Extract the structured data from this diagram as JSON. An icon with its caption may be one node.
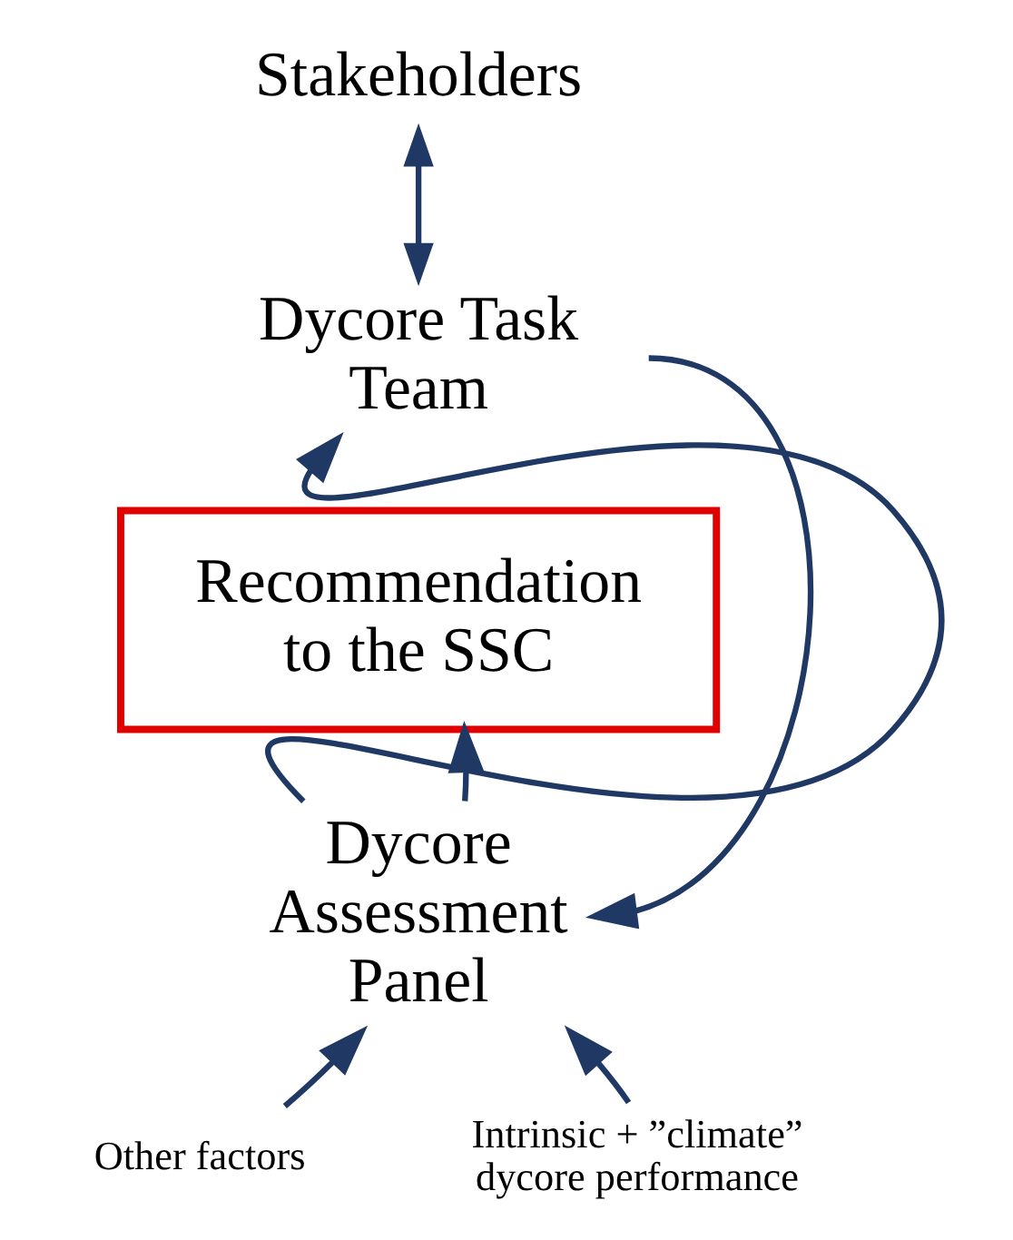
{
  "diagram": {
    "nodes": [
      {
        "text": [
          "Stakeholders"
        ]
      },
      {
        "text": [
          "Dycore Task Team"
        ]
      },
      {
        "text": [
          "Recommendation to the SSC"
        ]
      },
      {
        "text": [
          "Dycore Assessment Panel"
        ]
      },
      {
        "text": [
          "Other factors"
        ]
      },
      {
        "text": [
          "Intrinsic + ”climate” dycore performance"
        ]
      }
    ],
    "edges": [
      {
        "from": 0,
        "to": 1,
        "arrow": "both"
      },
      {
        "from": 1,
        "to": 3,
        "arrow": "to"
      },
      {
        "from": 3,
        "to": 1,
        "arrow": "to"
      },
      {
        "from": 3,
        "to": 2,
        "arrow": "to"
      },
      {
        "from": 4,
        "to": 3,
        "arrow": "to"
      },
      {
        "from": 5,
        "to": 3,
        "arrow": "to"
      }
    ]
  }
}
